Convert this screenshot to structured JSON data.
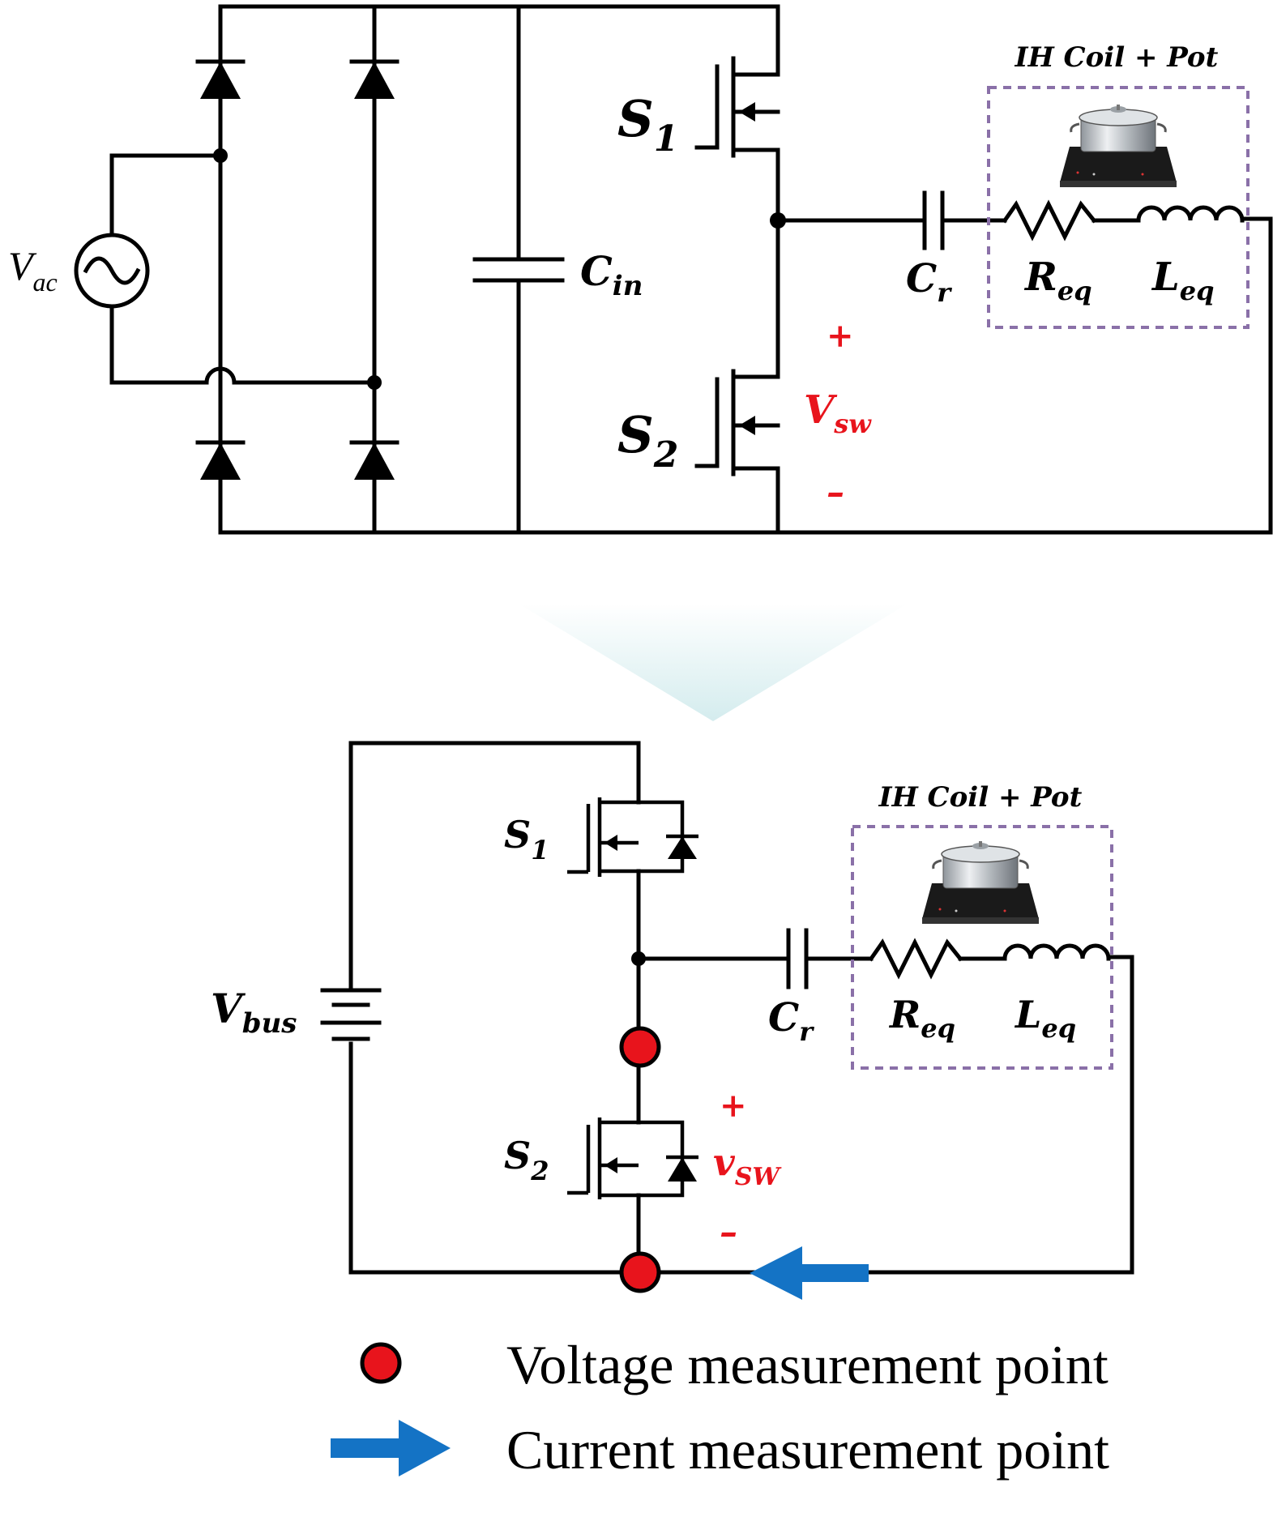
{
  "colors": {
    "wire": "#000000",
    "polarity": "#e8141c",
    "measure_dot": "#e8141c",
    "measure_arrow": "#1473c5",
    "box_border": "#8a70a8"
  },
  "top": {
    "source": {
      "base": "V",
      "sub": "ac"
    },
    "cin": {
      "base": "C",
      "sub": "in"
    },
    "s1": {
      "base": "S",
      "sub": "1"
    },
    "s2": {
      "base": "S",
      "sub": "2"
    },
    "vsw": {
      "base": "V",
      "sub": "sw",
      "plus": "+",
      "minus": "–"
    },
    "cr": {
      "base": "C",
      "sub": "r"
    },
    "req": {
      "base": "R",
      "sub": "eq"
    },
    "leq": {
      "base": "L",
      "sub": "eq"
    },
    "box_title": "IH Coil + Pot"
  },
  "bottom": {
    "source": {
      "base": "V",
      "sub": "bus"
    },
    "s1": {
      "base": "S",
      "sub": "1"
    },
    "s2": {
      "base": "S",
      "sub": "2"
    },
    "vsw": {
      "base": "v",
      "sub": "SW",
      "plus": "+",
      "minus": "–"
    },
    "cr": {
      "base": "C",
      "sub": "r"
    },
    "req": {
      "base": "R",
      "sub": "eq"
    },
    "leq": {
      "base": "L",
      "sub": "eq"
    },
    "box_title": "IH Coil + Pot"
  },
  "legend": {
    "voltage": "Voltage measurement point",
    "current": "Current measurement point"
  }
}
